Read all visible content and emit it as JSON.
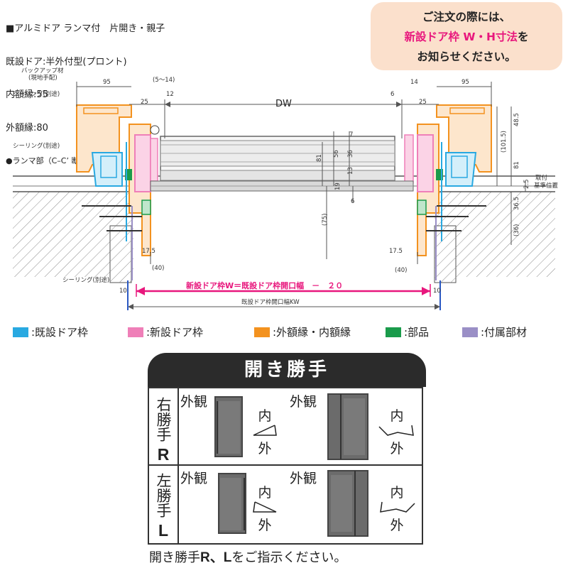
{
  "header": {
    "line1": "■アルミドア ランマ付　片開き・親子",
    "line2": "既設ドア:半外付型(プロント)",
    "line3": "内額縁:55",
    "line4": "外額縁:80",
    "line5": "●ランマ部（C–C’ 断面）"
  },
  "notice": {
    "line1": "ご注文の際には、",
    "line2": "新設ドア枠 W・H寸法を",
    "line2_highlight": "新設ドア枠 W・H寸法",
    "line2_rest": "を",
    "line3": "お知らせください。"
  },
  "drawing": {
    "backup": "バックアップ材",
    "backup_note": "(現地手配)",
    "sealing": "シーリング(別途)",
    "dim_95_left": "95",
    "dim_95_right": "95",
    "dim_5_14": "(5〜14)",
    "dim_14": "14",
    "dim_25_left": "25",
    "dim_25_right": "25",
    "dim_12": "12",
    "dim_6_top": "6",
    "dim_dw": "DW",
    "dim_7": "7",
    "dim_81a": "81",
    "dim_56": "56",
    "dim_36": "36",
    "dim_13": "13",
    "dim_19": "19",
    "dim_6_mid": "6",
    "dim_75": "(75)",
    "dim_48_5": "48.5",
    "dim_101_5": "(101.5)",
    "dim_81b": "81",
    "dim_2_5": "2.5",
    "ref_label_1": "取付",
    "ref_label_2": "基準位置",
    "dim_36_5": "36.5",
    "dim_36_paren": "(36)",
    "dim_17_5_left": "17.5",
    "dim_17_5_right": "17.5",
    "dim_40_left": "(40)",
    "dim_40_right": "(40)",
    "dim_10_left": "10",
    "dim_10_right": "10",
    "formula": "新設ドア枠W＝既設ドア枠開口幅　－　２０",
    "kw": "既設ドア枠開口幅KW"
  },
  "legend": [
    {
      "label": ":既設ドア枠",
      "color": "#29a9e1"
    },
    {
      "label": ":新設ドア枠",
      "color": "#ef7fb8"
    },
    {
      "label": ":外額縁・内額縁",
      "color": "#f3921f"
    },
    {
      "label": ":部品",
      "color": "#1a9b4b"
    },
    {
      "label": ":付属部材",
      "color": "#9a8fc6"
    }
  ],
  "opening": {
    "title": "開き勝手",
    "right_label": "右勝手",
    "right_code": "R",
    "left_label": "左勝手",
    "left_code": "L",
    "exterior": "外観",
    "inside": "内",
    "outside": "外"
  },
  "footer": {
    "pre": "開き勝手",
    "codes": "R、L",
    "post": "をご指示ください。"
  }
}
